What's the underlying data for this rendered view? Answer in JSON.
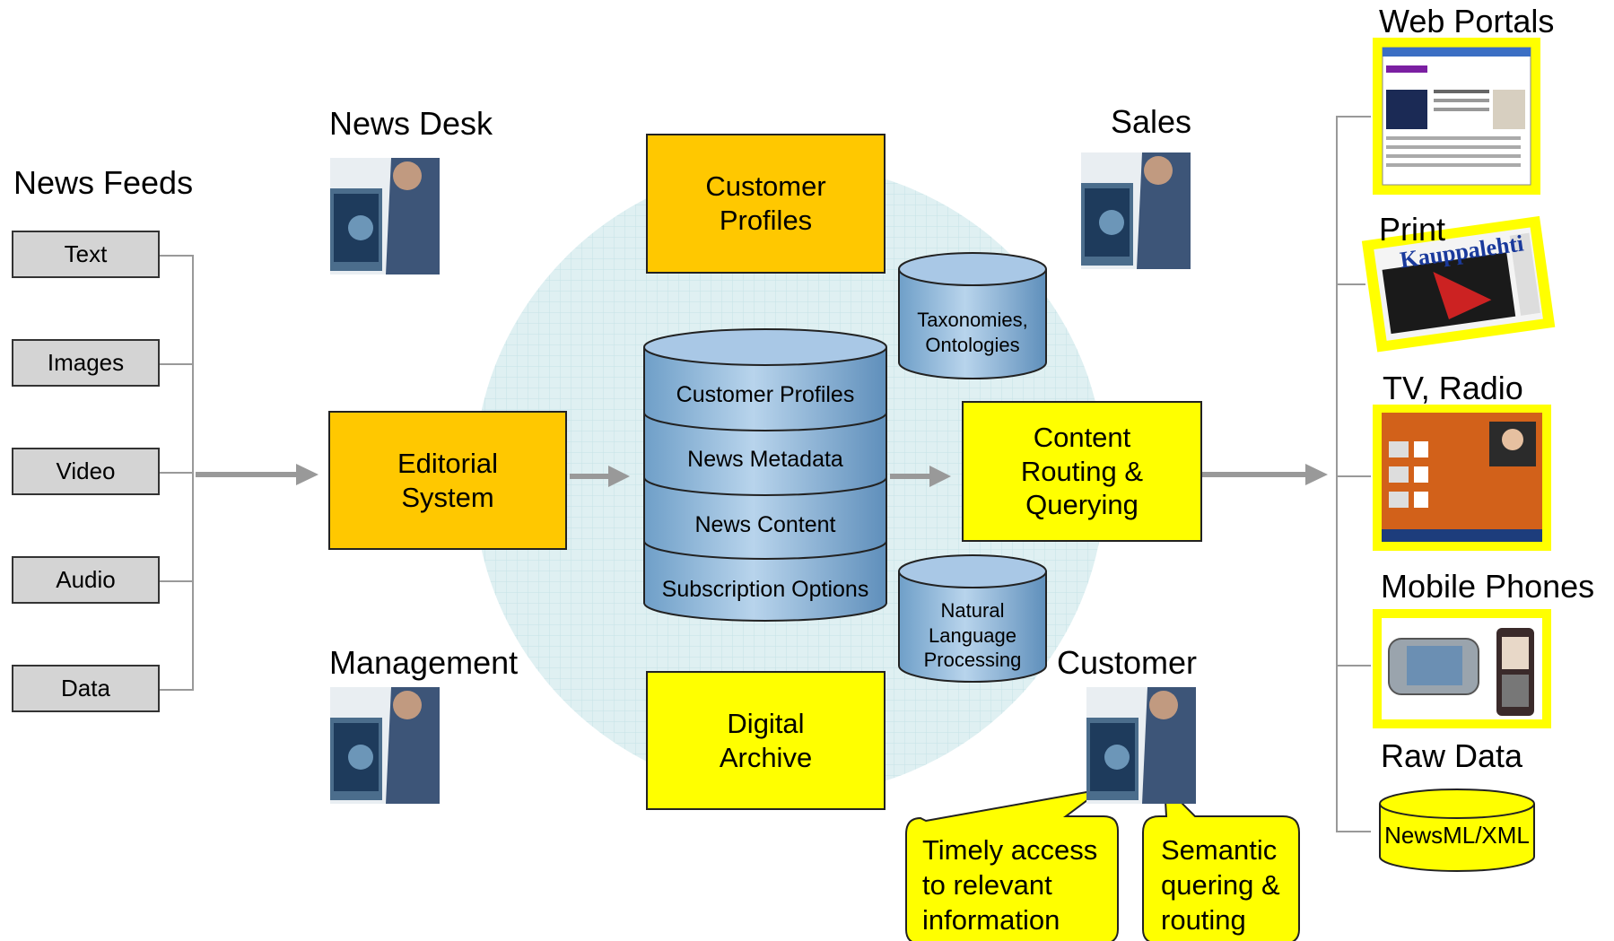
{
  "actors": {
    "news_desk": "News Desk",
    "management": "Management",
    "sales": "Sales",
    "customer": "Customer"
  },
  "news_feeds": {
    "title": "News Feeds",
    "items": [
      "Text",
      "Images",
      "Video",
      "Audio",
      "Data"
    ]
  },
  "core": {
    "editorial_system": "Editorial\nSystem",
    "customer_profiles": "Customer\nProfiles",
    "digital_archive": "Digital\nArchive",
    "content_routing": "Content\nRouting &\nQuerying"
  },
  "database": {
    "layers": [
      "Customer Profiles",
      "News Metadata",
      "News Content",
      "Subscription Options"
    ]
  },
  "side_stores": {
    "taxonomies": "Taxonomies,\nOntologies",
    "nlp": "Natural\nLanguage\nProcessing"
  },
  "callouts": {
    "timely": "Timely access\nto relevant\ninformation",
    "semantic": "Semantic\nquering &\nrouting"
  },
  "outputs": {
    "web_portals": "Web Portals",
    "print": "Print",
    "tv_radio": "TV, Radio",
    "mobile_phones": "Mobile Phones",
    "raw_data": "Raw Data",
    "raw_data_format": "NewsML/XML",
    "print_masthead": "Kauppalehti"
  },
  "colors": {
    "orange": "#ffc800",
    "yellow": "#ffff00",
    "cylinder_blue": "#8fb6d8",
    "circle": "#dff0f2",
    "arrow_gray": "#999999"
  }
}
